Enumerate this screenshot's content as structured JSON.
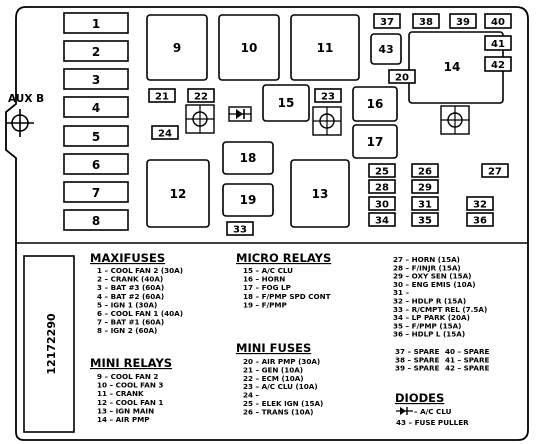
{
  "aux_label": "AUX B",
  "part_number": "12172290",
  "fuse_numbers": {
    "f1": "1",
    "f2": "2",
    "f3": "3",
    "f4": "4",
    "f5": "5",
    "f6": "6",
    "f7": "7",
    "f8": "8",
    "f9": "9",
    "f10": "10",
    "f11": "11",
    "f12": "12",
    "f13": "13",
    "f14": "14",
    "f15": "15",
    "f16": "16",
    "f17": "17",
    "f18": "18",
    "f19": "19",
    "f20": "20",
    "f21": "21",
    "f22": "22",
    "f23": "23",
    "f24": "24",
    "f25": "25",
    "f26": "26",
    "f27": "27",
    "f28": "28",
    "f29": "29",
    "f30": "30",
    "f31": "31",
    "f32": "32",
    "f33": "33",
    "f34": "34",
    "f35": "35",
    "f36": "36",
    "f37": "37",
    "f38": "38",
    "f39": "39",
    "f40": "40",
    "f41": "41",
    "f42": "42",
    "f43": "43"
  },
  "maxifuses": {
    "title": "MAXIFUSES",
    "items": [
      "1 – COOL FAN 2 (30A)",
      "2 – CRANK (40A)",
      "3 – BAT #3 (60A)",
      "4 – BAT #2 (60A)",
      "5 – IGN 1 (30A)",
      "6 – COOL FAN 1 (40A)",
      "7 – BAT #1 (60A)",
      "8 – IGN 2 (60A)"
    ]
  },
  "mini_relays": {
    "title": "MINI RELAYS",
    "items": [
      "9 – COOL FAN 2",
      "10 – COOL FAN 3",
      "11 – CRANK",
      "12 – COOL FAN 1",
      "13 – IGN MAIN",
      "14 – AIR PMP"
    ]
  },
  "micro_relays": {
    "title": "MICRO RELAYS",
    "items": [
      "15 – A/C CLU",
      "16 – HORN",
      "17 – FOG LP",
      "18 – F/PMP SPD CONT",
      "19 – F/PMP"
    ]
  },
  "mini_fuses": {
    "title": "MINI FUSES",
    "items": [
      "20 – AIR PMP (30A)",
      "21 – GEN (10A)",
      "22 – ECM (10A)",
      "23 – A/C CLU (10A)",
      "24 –",
      "25 – ELEK IGN (15A)",
      "26 – TRANS (10A)"
    ]
  },
  "right_list": {
    "items": [
      "27 – HORN (15A)",
      "28 – F/INJR (15A)",
      "29 – OXY SEN (15A)",
      "30 – ENG EMIS (10A)",
      "31 –",
      "32 – HDLP R (15A)",
      "33 – R/CMPT REL (7.5A)",
      "34 – LP PARK (20A)",
      "35 – F/PMP (15A)",
      "36 – HDLP L (15A)"
    ],
    "spares": [
      [
        "37 – SPARE",
        "40 – SPARE"
      ],
      [
        "38 – SPARE",
        "41 – SPARE"
      ],
      [
        "39 – SPARE",
        "42 – SPARE"
      ]
    ]
  },
  "diodes": {
    "title": "DIODES",
    "items": [
      "– A/C CLU",
      "43 – FUSE PULLER"
    ]
  }
}
